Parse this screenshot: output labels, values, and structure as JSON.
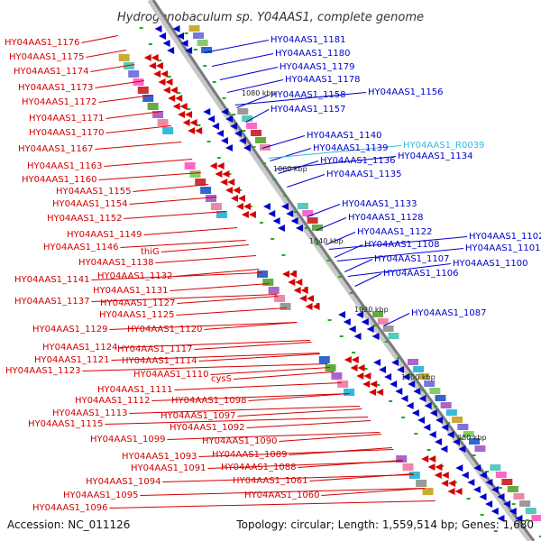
{
  "title": "Hydrogenobaculum sp. Y04AAS1, complete genome",
  "footer": {
    "accession": "Accession: NC_011126",
    "stats": "Topology: circular; Length: 1,559,514 bp; Genes: 1,680"
  },
  "colors": {
    "left": "#d40000",
    "right": "#0000cc",
    "rna": "#33bbdd",
    "backbone": "#808080",
    "tick": "#22aa22"
  },
  "scale_labels": [
    "1080 kbp",
    "1060 kbp",
    "1040 kbp",
    "1020 kbp",
    "1000 kbp",
    "980 kbp"
  ],
  "left_labels": [
    "HY04AAS1_1176",
    "HY04AAS1_1175",
    "HY04AAS1_1174",
    "HY04AAS1_1173",
    "HY04AAS1_1172",
    "HY04AAS1_1171",
    "HY04AAS1_1170",
    "HY04AAS1_1167",
    "HY04AAS1_1163",
    "HY04AAS1_1160",
    "HY04AAS1_1155",
    "HY04AAS1_1154",
    "HY04AAS1_1152",
    "HY04AAS1_1149",
    "HY04AAS1_1146",
    "thiG",
    "HY04AAS1_1138",
    "HY04AAS1_1141",
    "HY04AAS1_1132",
    "HY04AAS1_1131",
    "HY04AAS1_1137",
    "HY04AAS1_1127",
    "HY04AAS1_1125",
    "HY04AAS1_1129",
    "HY04AAS1_1120",
    "HY04AAS1_1124",
    "HY04AAS1_1117",
    "HY04AAS1_1121",
    "HY04AAS1_1114",
    "HY04AAS1_1123",
    "HY04AAS1_1110",
    "cysS",
    "HY04AAS1_1111",
    "HY04AAS1_1112",
    "HY04AAS1_1098",
    "HY04AAS1_1113",
    "HY04AAS1_1097",
    "HY04AAS1_1115",
    "HY04AAS1_1092",
    "HY04AAS1_1099",
    "HY04AAS1_1090",
    "HY04AAS1_1093",
    "HY04AAS1_1089",
    "HY04AAS1_1091",
    "HY04AAS1_1088",
    "HY04AAS1_1094",
    "HY04AAS1_1061",
    "HY04AAS1_1095",
    "HY04AAS1_1060",
    "HY04AAS1_1096"
  ],
  "right_labels": [
    "HY04AAS1_1181",
    "HY04AAS1_1180",
    "HY04AAS1_1179",
    "HY04AAS1_1178",
    "HY04AAS1_1158",
    "HY04AAS1_1156",
    "HY04AAS1_1157",
    "HY04AAS1_1140",
    "HY04AAS1_1139",
    "HY04AAS1_R0039",
    "HY04AAS1_1136",
    "HY04AAS1_1134",
    "HY04AAS1_1135",
    "HY04AAS1_1133",
    "HY04AAS1_1128",
    "HY04AAS1_1122",
    "HY04AAS1_1102",
    "HY04AAS1_1108",
    "HY04AAS1_1101",
    "HY04AAS1_1107",
    "HY04AAS1_1100",
    "HY04AAS1_1106",
    "HY04AAS1_1087"
  ]
}
